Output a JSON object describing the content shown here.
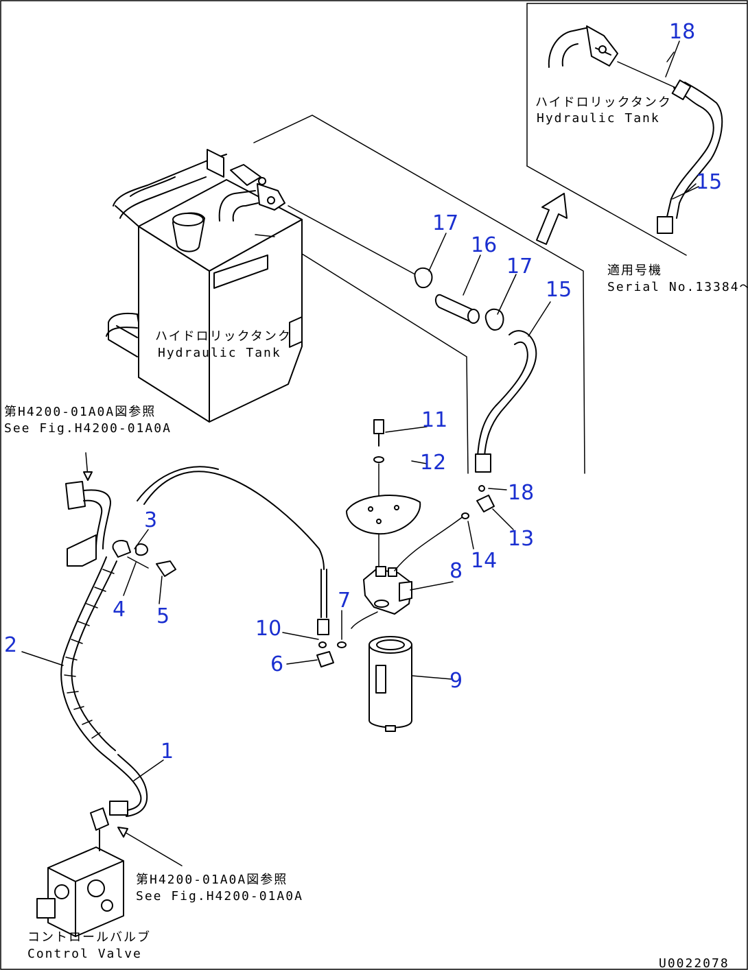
{
  "labels": {
    "tank_jp": "ハイドロリックタンク",
    "tank_en": "Hydraulic Tank",
    "inset_tank_jp": "ハイドロリックタンク",
    "inset_tank_en": "Hydraulic Tank",
    "serial_jp": "適用号機",
    "serial_en": "Serial No.13384～",
    "ref_top_jp": "第H4200-01A0A図参照",
    "ref_top_en": "See Fig.H4200-01A0A",
    "ref_bottom_jp": "第H4200-01A0A図参照",
    "ref_bottom_en": "See Fig.H4200-01A0A",
    "valve_jp": "コントロールバルブ",
    "valve_en": "Control Valve",
    "drawing_no": "U0022078"
  },
  "parts": [
    {
      "num": "1"
    },
    {
      "num": "2"
    },
    {
      "num": "3"
    },
    {
      "num": "4"
    },
    {
      "num": "5"
    },
    {
      "num": "6"
    },
    {
      "num": "7"
    },
    {
      "num": "8"
    },
    {
      "num": "9"
    },
    {
      "num": "10"
    },
    {
      "num": "11"
    },
    {
      "num": "12"
    },
    {
      "num": "13"
    },
    {
      "num": "14"
    },
    {
      "num": "15"
    },
    {
      "num": "16"
    },
    {
      "num": "17"
    },
    {
      "num": "17"
    },
    {
      "num": "15"
    },
    {
      "num": "18"
    },
    {
      "num": "18"
    }
  ]
}
